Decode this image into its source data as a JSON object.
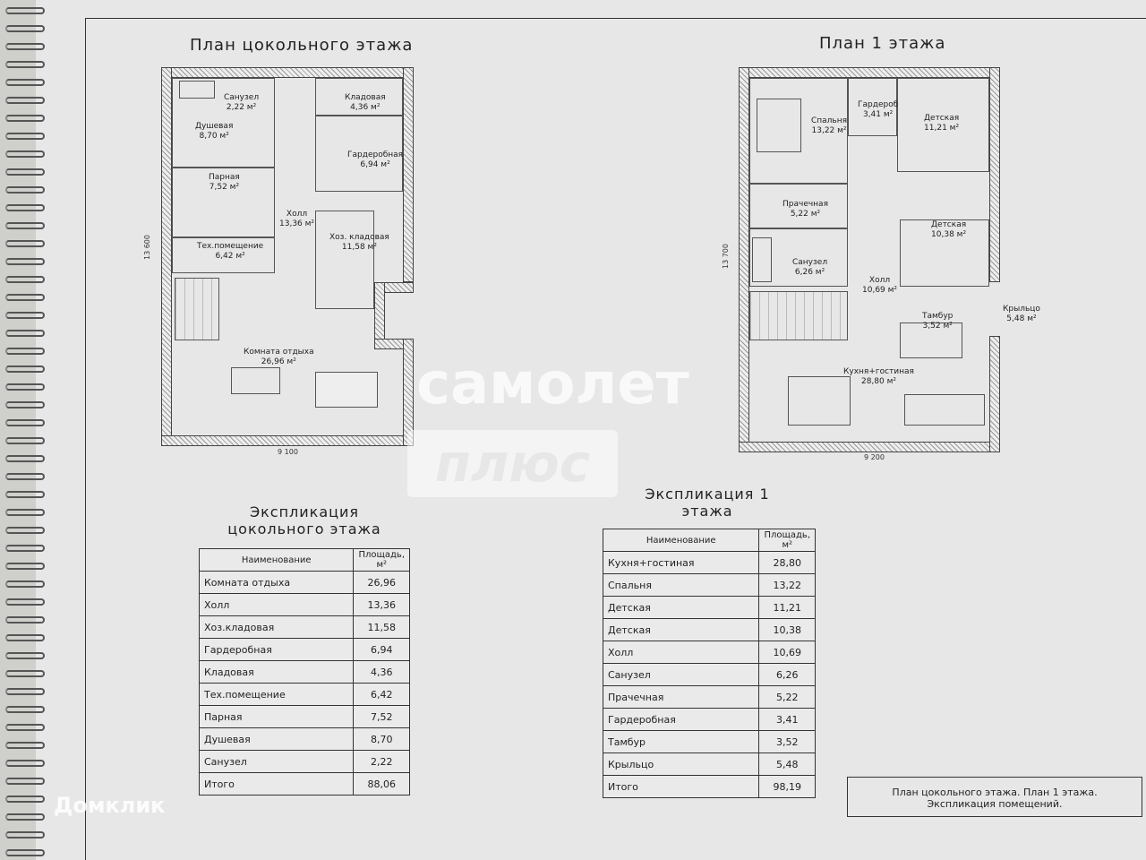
{
  "basement": {
    "title": "План цокольного этажа",
    "width_dim": "9 100",
    "height_dim": "13 600",
    "rooms": [
      {
        "name": "Санузел",
        "area": "2,22 м²"
      },
      {
        "name": "Кладовая",
        "area": "4,36 м²"
      },
      {
        "name": "Душевая",
        "area": "8,70 м²"
      },
      {
        "name": "Гардеробная",
        "area": "6,94 м²"
      },
      {
        "name": "Парная",
        "area": "7,52 м²"
      },
      {
        "name": "Холл",
        "area": "13,36 м²"
      },
      {
        "name": "Хоз. кладовая",
        "area": "11,58 м²"
      },
      {
        "name": "Тех.помещение",
        "area": "6,42 м²"
      },
      {
        "name": "Комната отдыха",
        "area": "26,96 м²"
      }
    ]
  },
  "floor1": {
    "title": "План 1 этажа",
    "width_dim": "9 200",
    "height_dim": "13 700",
    "rooms": [
      {
        "name": "Спальня",
        "area": "13,22 м²"
      },
      {
        "name": "Гардероб",
        "area": "3,41 м²"
      },
      {
        "name": "Детская",
        "area": "11,21 м²"
      },
      {
        "name": "Прачечная",
        "area": "5,22 м²"
      },
      {
        "name": "Детская",
        "area": "10,38 м²"
      },
      {
        "name": "Санузел",
        "area": "6,26 м²"
      },
      {
        "name": "Холл",
        "area": "10,69 м²"
      },
      {
        "name": "Крыльцо",
        "area": "5,48 м²"
      },
      {
        "name": "Тамбур",
        "area": "3,52 м²"
      },
      {
        "name": "Кухня+гостиная",
        "area": "28,80 м²"
      }
    ]
  },
  "exp_basement": {
    "title": "Экспликация цокольного этажа",
    "col_name": "Наименование",
    "col_area": "Площадь, м²",
    "rows": [
      [
        "Комната отдыха",
        "26,96"
      ],
      [
        "Холл",
        "13,36"
      ],
      [
        "Хоз.кладовая",
        "11,58"
      ],
      [
        "Гардеробная",
        "6,94"
      ],
      [
        "Кладовая",
        "4,36"
      ],
      [
        "Тех.помещение",
        "6,42"
      ],
      [
        "Парная",
        "7,52"
      ],
      [
        "Душевая",
        "8,70"
      ],
      [
        "Санузел",
        "2,22"
      ],
      [
        "Итого",
        "88,06"
      ]
    ]
  },
  "exp_floor1": {
    "title": "Экспликация 1 этажа",
    "col_name": "Наименование",
    "col_area": "Площадь, м²",
    "rows": [
      [
        "Кухня+гостиная",
        "28,80"
      ],
      [
        "Спальня",
        "13,22"
      ],
      [
        "Детская",
        "11,21"
      ],
      [
        "Детская",
        "10,38"
      ],
      [
        "Холл",
        "10,69"
      ],
      [
        "Санузел",
        "6,26"
      ],
      [
        "Прачечная",
        "5,22"
      ],
      [
        "Гардеробная",
        "3,41"
      ],
      [
        "Тамбур",
        "3,52"
      ],
      [
        "Крыльцо",
        "5,48"
      ],
      [
        "Итого",
        "98,19"
      ]
    ]
  },
  "stamp": {
    "line1": "План цокольного этажа. План 1 этажа.",
    "line2": "Экспликация помещений."
  },
  "watermarks": {
    "brand1": "самолет",
    "brand2": "плюс",
    "brand3": "Домклик"
  }
}
